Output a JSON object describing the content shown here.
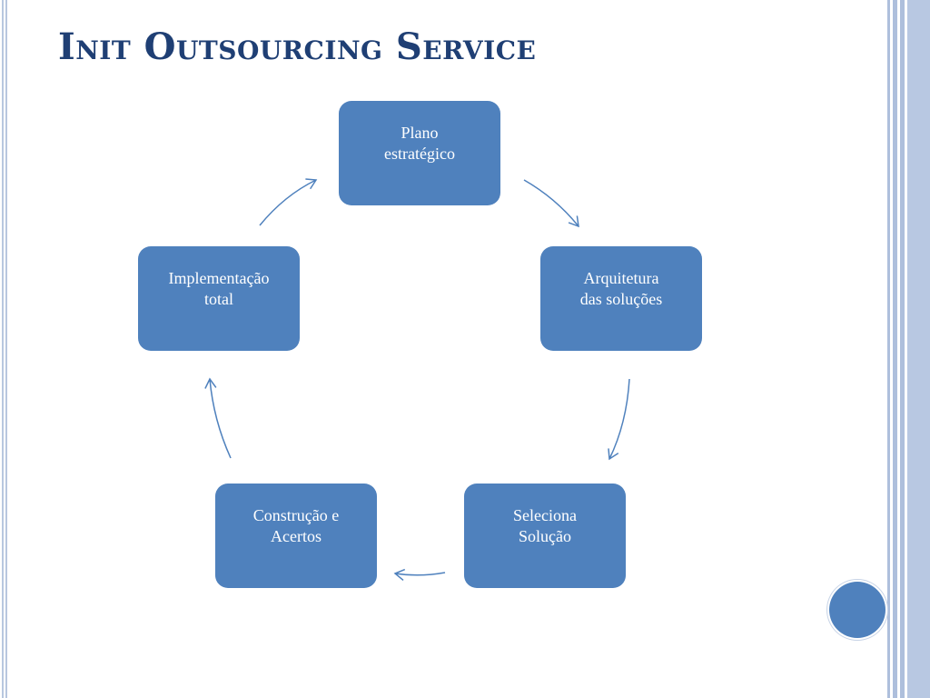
{
  "slide": {
    "title": "Init Outsourcing Service"
  },
  "diagram": {
    "type": "cycle",
    "nodes": [
      {
        "label": "Plano\nestratégico"
      },
      {
        "label": "Arquitetura\ndas soluções"
      },
      {
        "label": "Seleciona\nSolução"
      },
      {
        "label": "Construção e\nAcertos"
      },
      {
        "label": "Implementação\ntotal"
      }
    ],
    "edges": [
      {
        "from": 0,
        "to": 1
      },
      {
        "from": 1,
        "to": 2
      },
      {
        "from": 2,
        "to": 3
      },
      {
        "from": 3,
        "to": 4
      },
      {
        "from": 4,
        "to": 0
      }
    ]
  },
  "colors": {
    "title": "#1f3f74",
    "node_fill": "#4f81bd",
    "node_text": "#ffffff",
    "arrow": "#4f81bd",
    "rail": "#b8c8e2"
  },
  "icons": {
    "decoration": "circle-dot-icon"
  }
}
